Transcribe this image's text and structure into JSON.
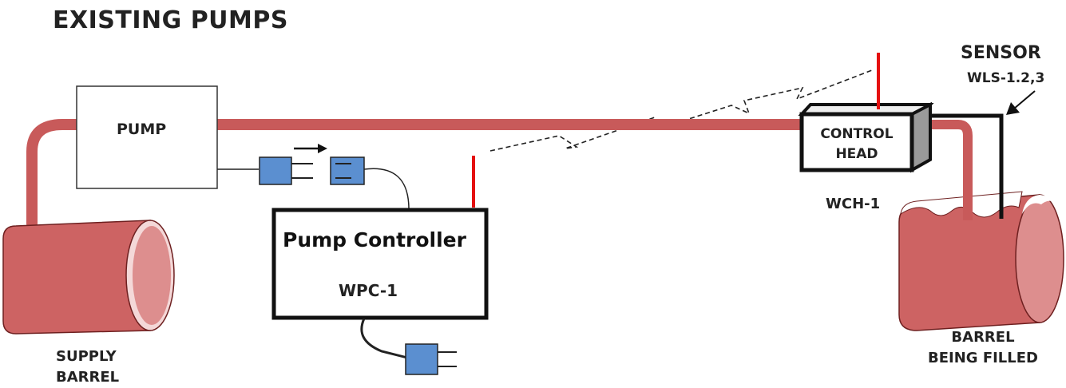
{
  "title": "EXISTING PUMPS",
  "pump": {
    "label": "PUMP"
  },
  "pump_controller": {
    "label": "Pump Controller",
    "model": "WPC-1"
  },
  "control_head": {
    "label_line1": "CONTROL",
    "label_line2": "HEAD",
    "model": "WCH-1"
  },
  "sensor": {
    "label": "SENSOR",
    "model": "WLS-1.2,3"
  },
  "supply_barrel": {
    "label_line1": "SUPPLY",
    "label_line2": "BARREL"
  },
  "fill_barrel": {
    "label_line1": "BARREL",
    "label_line2": "BEING FILLED"
  },
  "colors": {
    "hose": "#c85a5a",
    "barrel": "#cd6363",
    "barrel_inner": "#dd8e8e",
    "plug": "#5b8fd0",
    "antenna": "#e51010",
    "outline": "#111111"
  }
}
